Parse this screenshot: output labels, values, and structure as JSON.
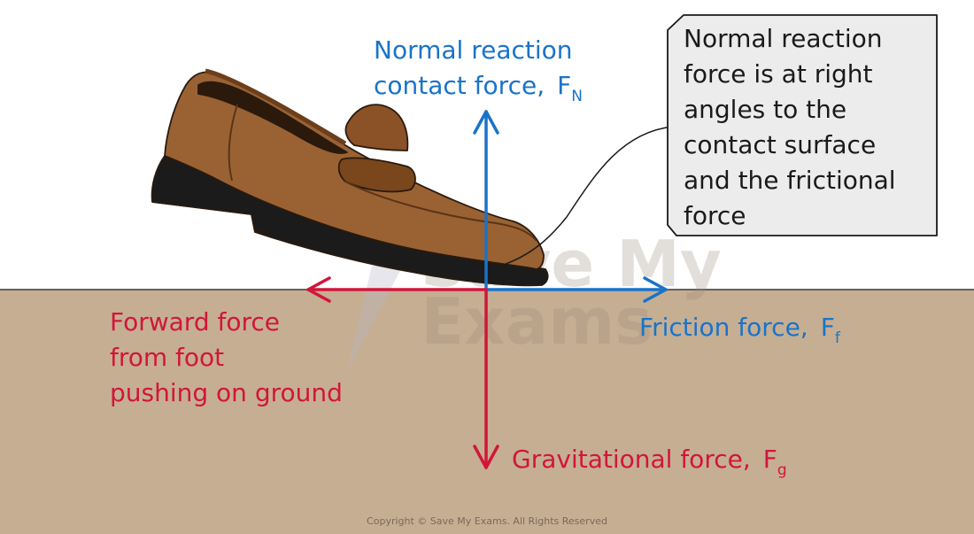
{
  "diagram": {
    "normal_label": {
      "line1": "Normal reaction",
      "line2": "contact force,",
      "symbol": "F",
      "subscript": "N"
    },
    "friction_label": {
      "text": "Friction  force,",
      "symbol": "F",
      "subscript": "f"
    },
    "gravity_label": {
      "text": "Gravitational force,",
      "symbol": "F",
      "subscript": "g"
    },
    "forward_label": {
      "lines": [
        "Forward force",
        "from foot",
        "pushing on ground"
      ]
    },
    "callout": {
      "lines": [
        "Normal reaction",
        "force is at right",
        "angles to the",
        "contact surface",
        "and the frictional",
        "force"
      ]
    },
    "watermark": {
      "line1": "Save My",
      "line2": "Exams"
    },
    "copyright": "Copyright © Save My Exams. All Rights Reserved"
  },
  "colors": {
    "blue": "#1a73c8",
    "red": "#d1163a",
    "ground": "#c6ae93",
    "shoe": "#9a6233",
    "sole": "#1b1b1b",
    "callout_bg": "#ececec"
  },
  "icons": {
    "shoe": "loafer-shoe-icon"
  }
}
